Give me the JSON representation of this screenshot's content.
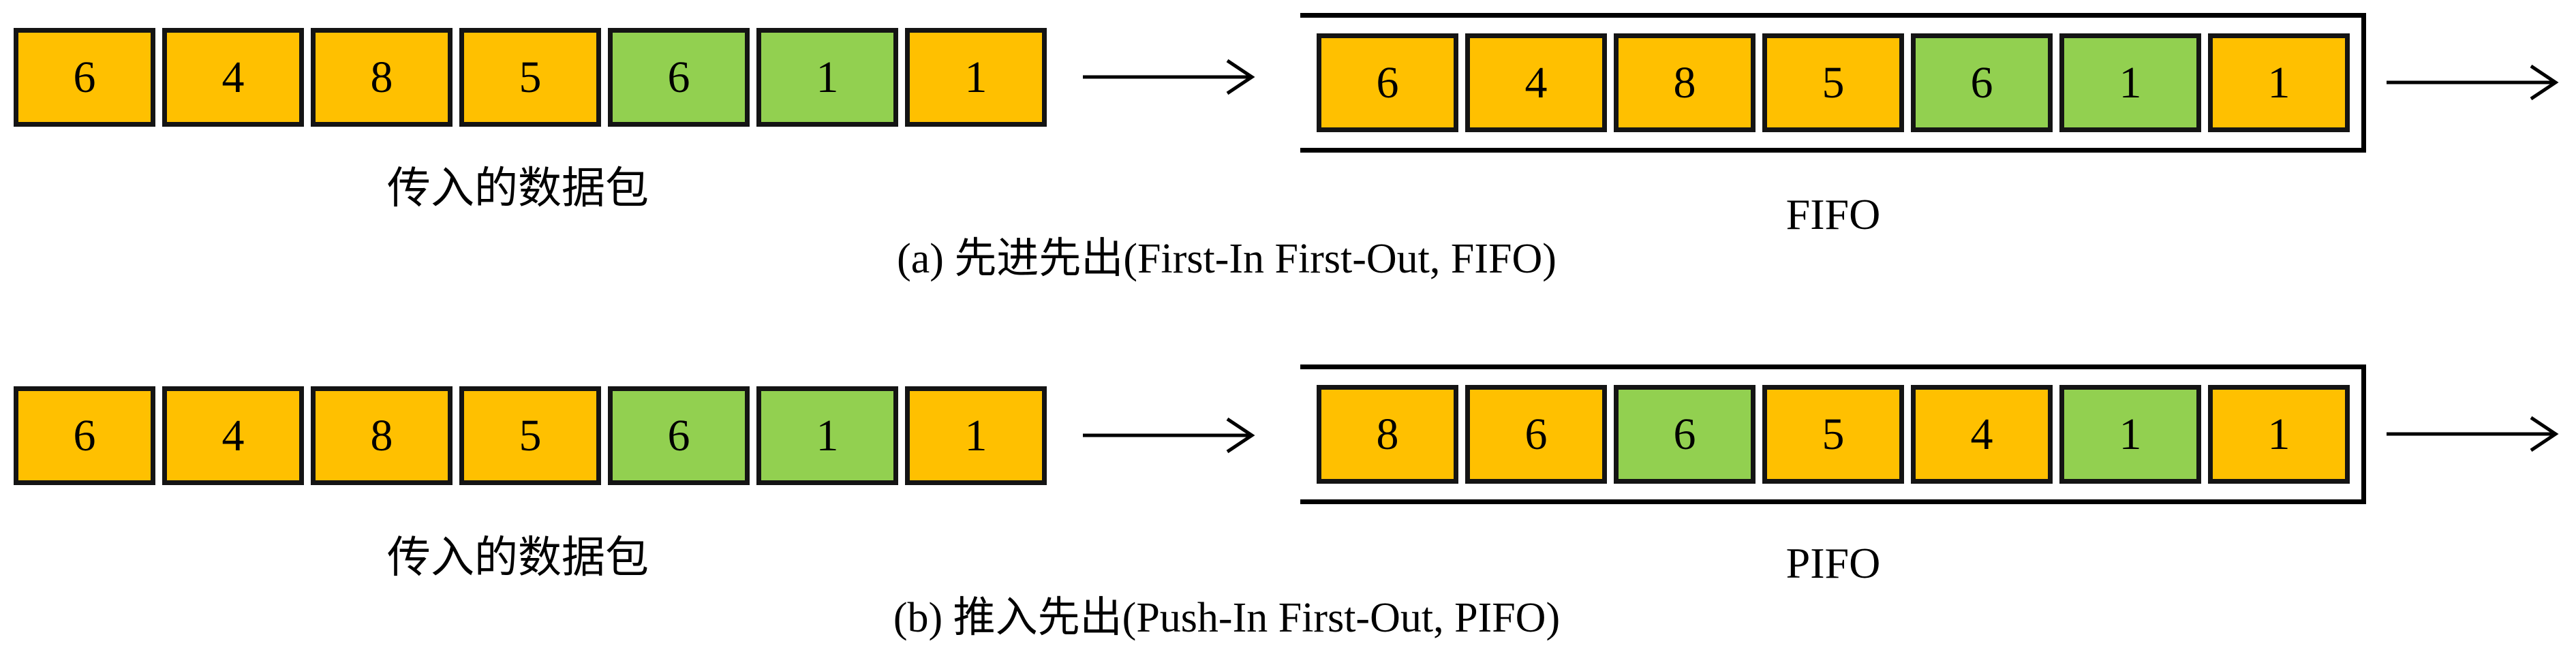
{
  "colors": {
    "orange": "#FFC000",
    "green": "#92D050",
    "box_border": "#141414",
    "line": "#000000"
  },
  "sections": [
    {
      "incoming": {
        "label": "传入的数据包",
        "cells": [
          {
            "value": "6",
            "color": "orange"
          },
          {
            "value": "4",
            "color": "orange"
          },
          {
            "value": "8",
            "color": "orange"
          },
          {
            "value": "5",
            "color": "orange"
          },
          {
            "value": "6",
            "color": "green"
          },
          {
            "value": "1",
            "color": "green"
          },
          {
            "value": "1",
            "color": "orange"
          }
        ]
      },
      "queue": {
        "label": "FIFO",
        "cells": [
          {
            "value": "6",
            "color": "orange"
          },
          {
            "value": "4",
            "color": "orange"
          },
          {
            "value": "8",
            "color": "orange"
          },
          {
            "value": "5",
            "color": "orange"
          },
          {
            "value": "6",
            "color": "green"
          },
          {
            "value": "1",
            "color": "green"
          },
          {
            "value": "1",
            "color": "orange"
          }
        ]
      },
      "caption": "(a) 先进先出(First-In First-Out, FIFO)"
    },
    {
      "incoming": {
        "label": "传入的数据包",
        "cells": [
          {
            "value": "6",
            "color": "orange"
          },
          {
            "value": "4",
            "color": "orange"
          },
          {
            "value": "8",
            "color": "orange"
          },
          {
            "value": "5",
            "color": "orange"
          },
          {
            "value": "6",
            "color": "green"
          },
          {
            "value": "1",
            "color": "green"
          },
          {
            "value": "1",
            "color": "orange"
          }
        ]
      },
      "queue": {
        "label": "PIFO",
        "cells": [
          {
            "value": "8",
            "color": "orange"
          },
          {
            "value": "6",
            "color": "orange"
          },
          {
            "value": "6",
            "color": "green"
          },
          {
            "value": "5",
            "color": "orange"
          },
          {
            "value": "4",
            "color": "orange"
          },
          {
            "value": "1",
            "color": "green"
          },
          {
            "value": "1",
            "color": "orange"
          }
        ]
      },
      "caption": "(b) 推入先出(Push-In First-Out, PIFO)"
    }
  ]
}
